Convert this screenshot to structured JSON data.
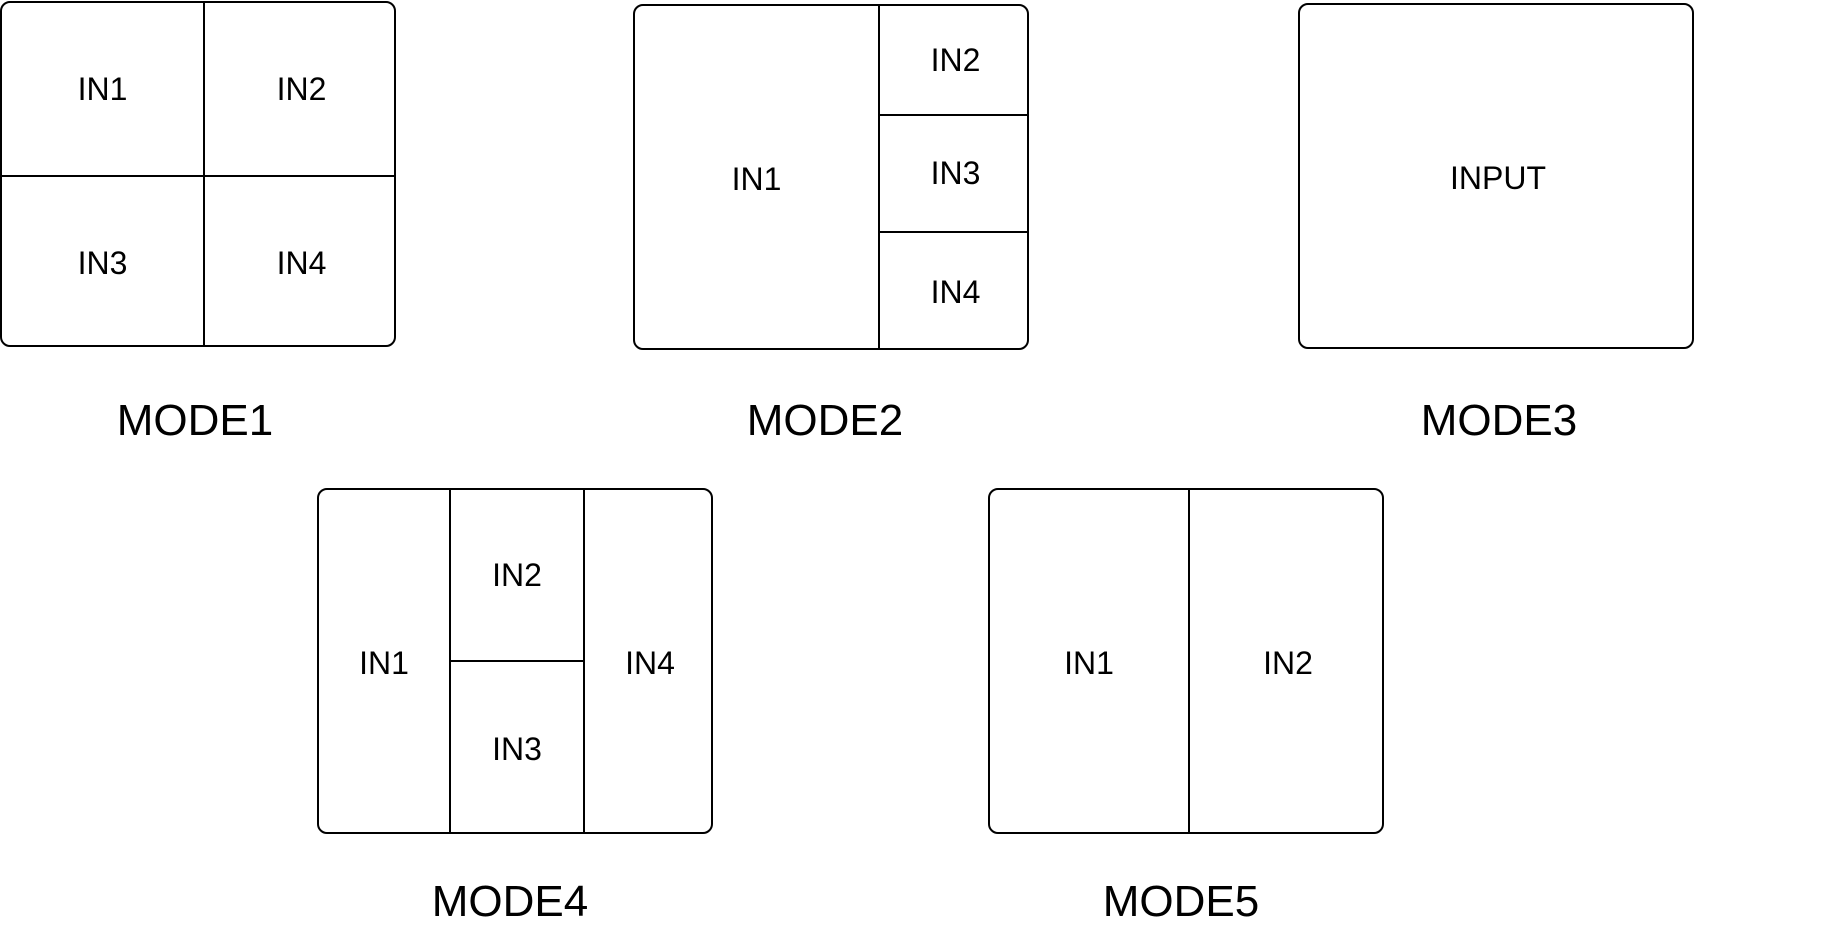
{
  "modes": [
    {
      "label": "MODE1",
      "inputs": [
        "IN1",
        "IN2",
        "IN3",
        "IN4"
      ]
    },
    {
      "label": "MODE2",
      "inputs": [
        "IN1",
        "IN2",
        "IN3",
        "IN4"
      ]
    },
    {
      "label": "MODE3",
      "inputs": [
        "INPUT"
      ]
    },
    {
      "label": "MODE4",
      "inputs": [
        "IN1",
        "IN2",
        "IN3",
        "IN4"
      ]
    },
    {
      "label": "MODE5",
      "inputs": [
        "IN1",
        "IN2"
      ]
    }
  ]
}
